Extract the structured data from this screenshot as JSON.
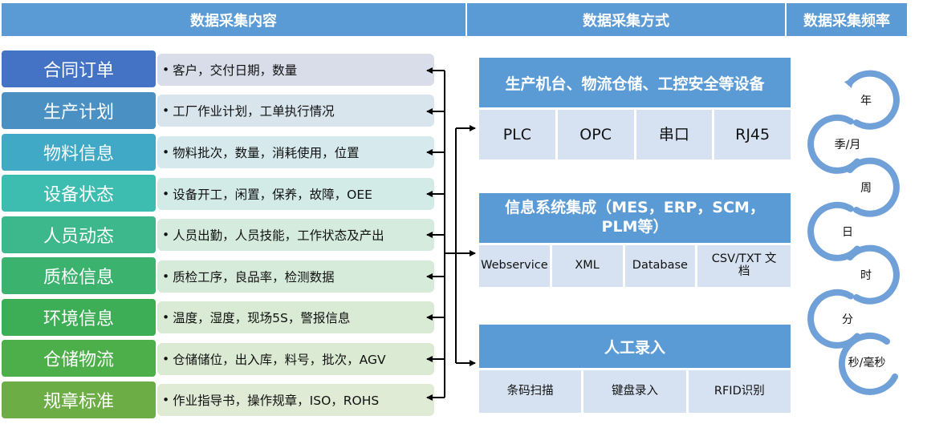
{
  "headers": {
    "content": "数据采集内容",
    "method": "数据采集方式",
    "frequency": "数据采集频率"
  },
  "categories": [
    {
      "label": "合同订单",
      "detail": "客户，交付日期，数量",
      "color": "#4472c4",
      "detail_bg": "#d9dce9"
    },
    {
      "label": "生产计划",
      "detail": "工厂作业计划，工单执行情况",
      "color": "#4a90c2",
      "detail_bg": "#d9e5ed"
    },
    {
      "label": "物料信息",
      "detail": "物料批次，数量，消耗使用，位置",
      "color": "#3fa9c6",
      "detail_bg": "#d6e9ec"
    },
    {
      "label": "设备状态",
      "detail": "设备开工，闲置，保养，故障，OEE",
      "color": "#3dbcb0",
      "detail_bg": "#d3ebe6"
    },
    {
      "label": "人员动态",
      "detail": "人员出勤，人员技能，工作状态及产出",
      "color": "#3cb88c",
      "detail_bg": "#d4ebde"
    },
    {
      "label": "质检信息",
      "detail": "质检工序，良品率，检测数据",
      "color": "#3bb36f",
      "detail_bg": "#d6ebd9"
    },
    {
      "label": "环境信息",
      "detail": "温度，湿度，现场5S，警报信息",
      "color": "#3dae56",
      "detail_bg": "#d9ebd5"
    },
    {
      "label": "仓储物流",
      "detail": "仓储储位，出入库，料号，批次，AGV",
      "color": "#4caf4a",
      "detail_bg": "#dbebd3"
    },
    {
      "label": "规章标准",
      "detail": "作业指导书，操作规章，ISO，ROHS",
      "color": "#6cae45",
      "detail_bg": "#dfebd4"
    }
  ],
  "bullet": "•",
  "methods": [
    {
      "title": "生产机台、物流仓储、工控安全等设备",
      "items": [
        "PLC",
        "OPC",
        "串口",
        "RJ45"
      ]
    },
    {
      "title": "信息系统集成（MES，ERP，SCM，PLM等）",
      "items": [
        "Webservice",
        "XML",
        "Database",
        "CSV/TXT 文档"
      ]
    },
    {
      "title": "人工录入",
      "items": [
        "条码扫描",
        "键盘录入",
        "RFID识别"
      ]
    }
  ],
  "frequencies": [
    "年",
    "季/月",
    "周",
    "日",
    "时",
    "分",
    "秒/毫秒"
  ],
  "colors": {
    "header": "#5b9bd5",
    "method_cell": "#d6e2f1",
    "arrow": "#000000",
    "freq_arc": "#6fa0d8"
  }
}
